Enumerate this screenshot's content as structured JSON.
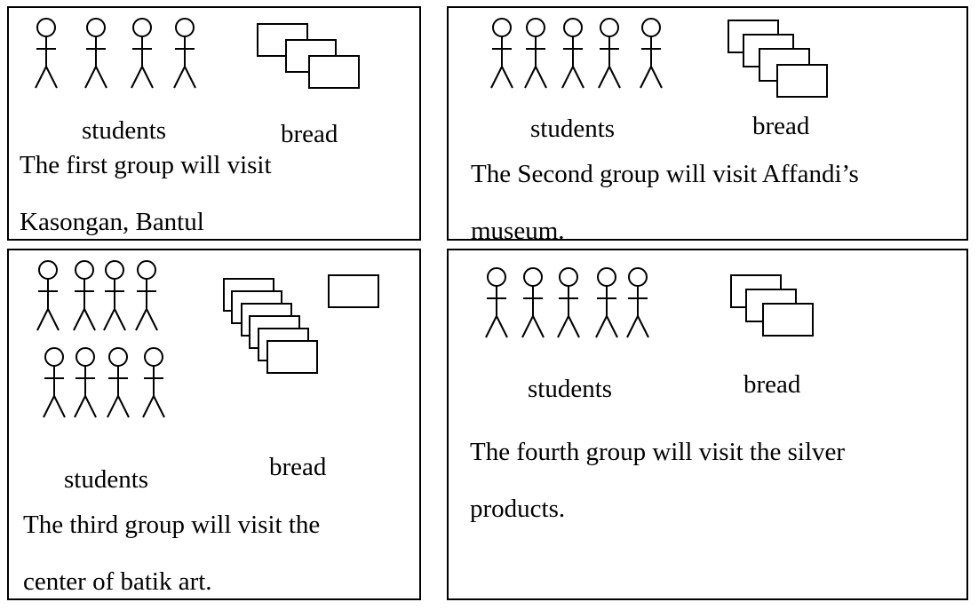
{
  "groups": [
    {
      "students_label": "students",
      "bread_label": "bread",
      "description_lines": [
        "The first group will visit",
        "Kasongan, Bantul"
      ],
      "student_count": 4,
      "bread_count": 3
    },
    {
      "students_label": "students",
      "bread_label": "bread",
      "description_lines": [
        "The Second group will visit Affandi’s",
        "museum."
      ],
      "student_count": 5,
      "bread_count": 4
    },
    {
      "students_label": "students",
      "bread_label": "bread",
      "description_lines": [
        "The third group will visit the",
        "center of batik art."
      ],
      "student_count": 8,
      "bread_count": 7
    },
    {
      "students_label": "students",
      "bread_label": "bread",
      "description_lines": [
        "The fourth group will visit the silver",
        "products."
      ],
      "student_count": 5,
      "bread_count": 3
    }
  ]
}
